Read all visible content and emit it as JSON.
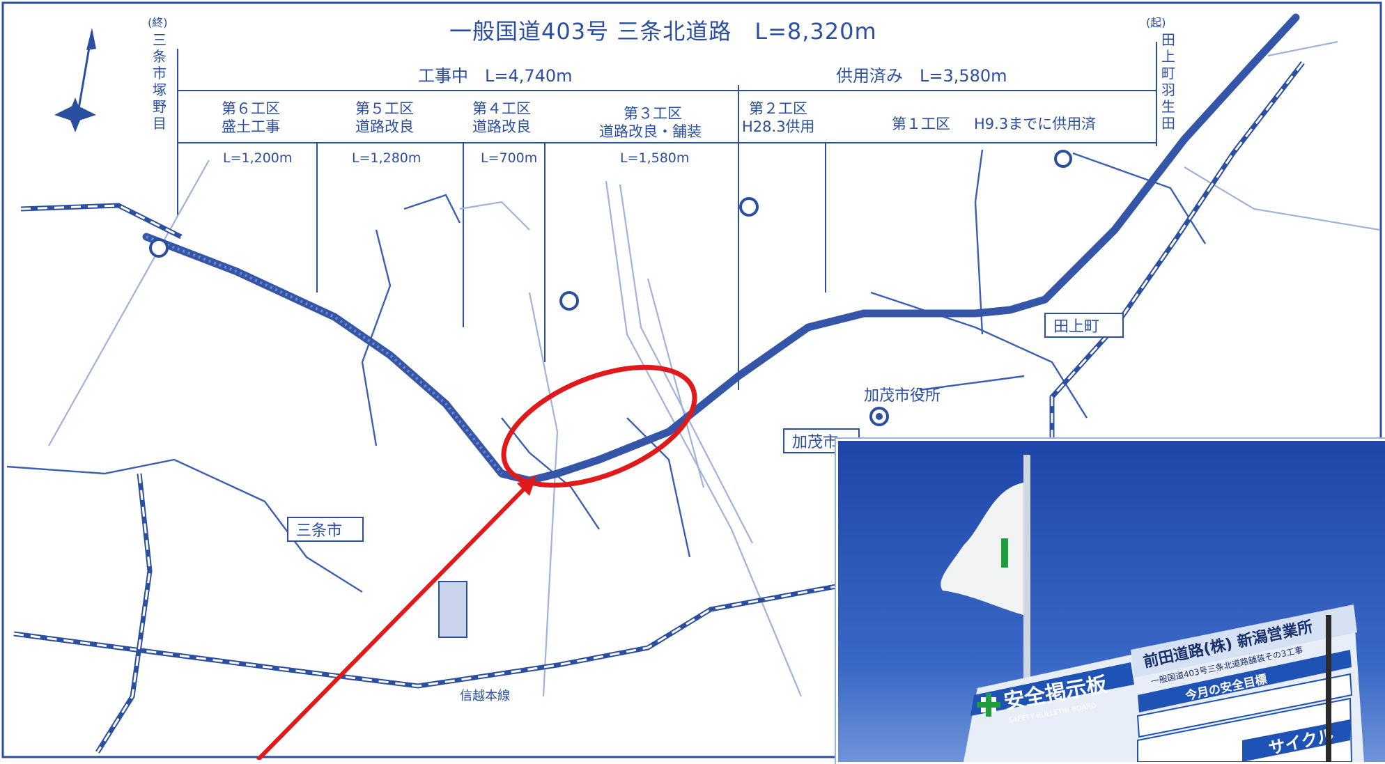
{
  "map": {
    "title": "一般国道403号 三条北道路　L=8,320m",
    "start_point": "(終)\n三\n条\n市\n塚\n野\n目",
    "end_point": "(起)\n田\n上\n町\n羽\n生\n田",
    "under_construction": "工事中　L=4,740m",
    "in_service": "供用済み　L=3,580m",
    "sections": [
      {
        "name": "第６工区",
        "work": "盛土工事",
        "length": "L=1,200m"
      },
      {
        "name": "第５工区",
        "work": "道路改良",
        "length": "L=1,280m"
      },
      {
        "name": "第４工区",
        "work": "道路改良",
        "length": "L=700m"
      },
      {
        "name": "第３工区",
        "work": "道路改良・舗装",
        "length": "L=1,580m"
      },
      {
        "name": "第２工区",
        "work": "H28.3供用",
        "length": ""
      },
      {
        "name": "第１工区",
        "work": "H9.3までに供用済",
        "length": ""
      }
    ],
    "places": {
      "sanjo": "三条市",
      "kamo": "加茂市",
      "tagami": "田上町",
      "kamo_city_hall": "加茂市役所",
      "shinetsu_line": "信越本線"
    },
    "markers": {
      "circle_a": "",
      "circle_b": ""
    },
    "colors": {
      "map_blue": "#2a4fa0",
      "route_blue": "#3556a8",
      "highlight_red": "#e01a1a",
      "sky": "#2f58b5"
    }
  },
  "photo": {
    "signboard_title": "安全掲示板",
    "signboard_subtitle": "SAFETY BULLETIN BOARD",
    "company": "前田道路(株) 新潟営業所",
    "project": "一般国道403号三条北道路舗装その3工事",
    "monthly_goal": "今月の安全目標",
    "cycle_label": "サイクル"
  }
}
